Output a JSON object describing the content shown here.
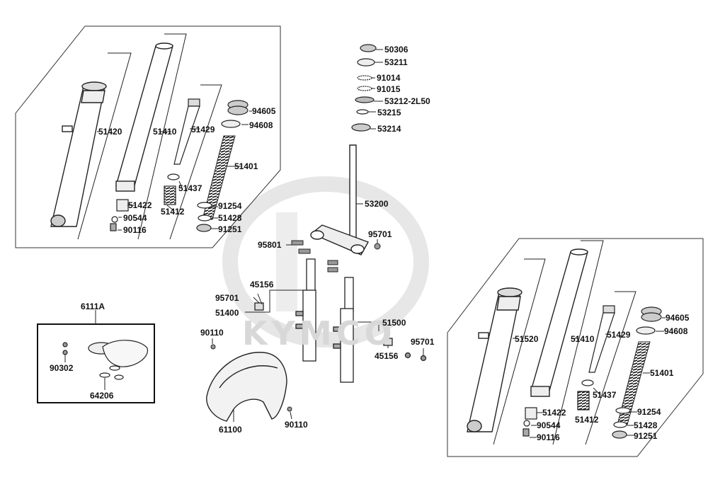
{
  "watermark": "KYMCO",
  "kits": {
    "dash_kit": "6111A"
  },
  "labels": {
    "left_fork": {
      "outer_tube": "51420",
      "inner_tube": "51410",
      "damper_rod": "51429",
      "oil_seal": "94605",
      "seal_clip": "94608",
      "spring": "51401",
      "spring_small": "51437",
      "rebound_spring": "51412",
      "oil_lock": "51422",
      "washer_a": "90544",
      "bolt": "90116",
      "dust_seal": "91254",
      "clip": "51428",
      "oring": "91251"
    },
    "steering": {
      "nut": "50306",
      "race_top": "53211",
      "ball_a": "91014",
      "ball_b": "91015",
      "cone": "53212-2L50",
      "washer": "53215",
      "race_bottom": "53214",
      "stem": "53200",
      "bolt_left": "95801",
      "bolt_right": "95701"
    },
    "fork_tubes": {
      "left_bolt": "95701",
      "bracket_left": "45156",
      "left_assy": "51400",
      "right_assy": "51500",
      "right_bolt": "95701",
      "bracket_right": "45156"
    },
    "fender": {
      "screw_top": "90110",
      "fender": "61100",
      "screw_bottom": "90110"
    },
    "dash": {
      "screw": "90302",
      "grommet": "64206"
    },
    "right_fork": {
      "outer_tube": "51520",
      "inner_tube": "51410",
      "damper_rod": "51429",
      "oil_seal": "94605",
      "seal_clip": "94608",
      "spring": "51401",
      "spring_small": "51437",
      "rebound_spring": "51412",
      "oil_lock": "51422",
      "washer_a": "90544",
      "bolt": "90116",
      "dust_seal": "91254",
      "clip": "51428",
      "oring": "91251"
    }
  }
}
